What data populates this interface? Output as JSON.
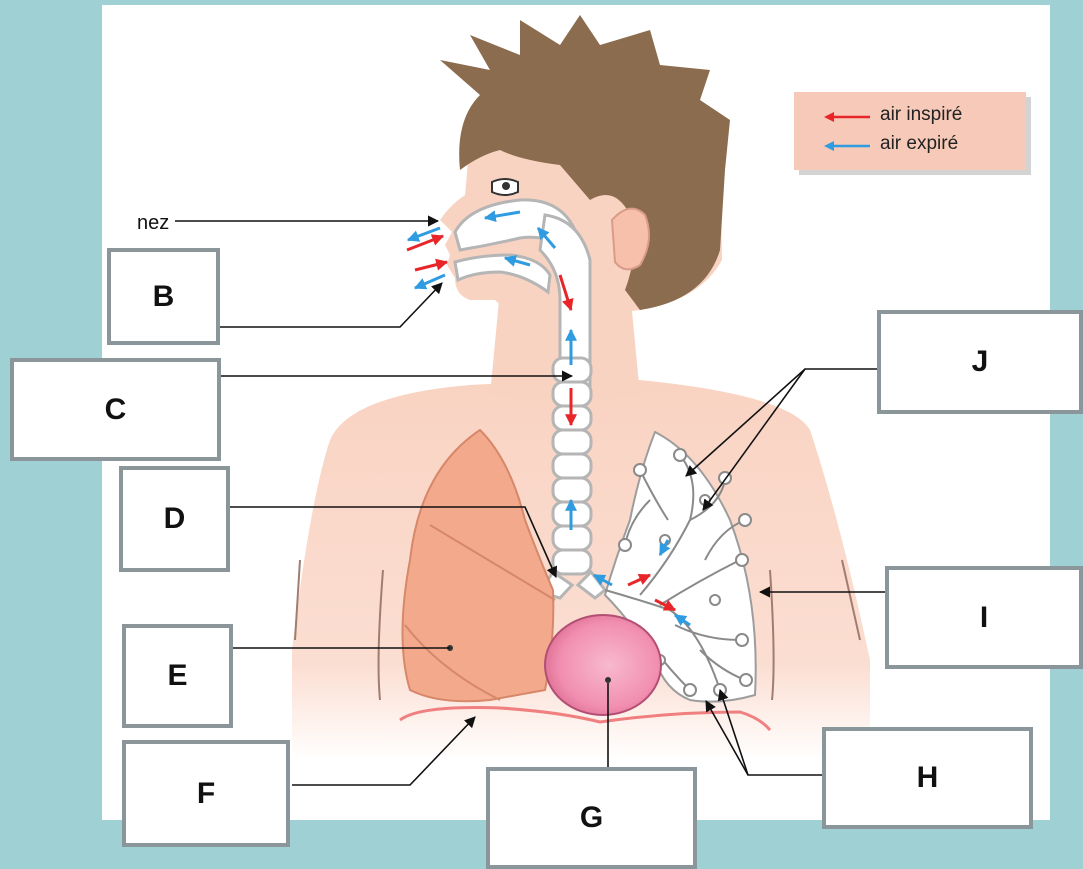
{
  "legend": {
    "inspired_label": "air inspiré",
    "expired_label": "air expiré",
    "inspired_color": "#e8262a",
    "expired_color": "#2f9be0"
  },
  "annotations": {
    "nose": "nez"
  },
  "label_boxes": {
    "B": "B",
    "C": "C",
    "D": "D",
    "E": "E",
    "F": "F",
    "G": "G",
    "H": "H",
    "I": "I",
    "J": "J"
  },
  "colors": {
    "background": "#9fd0d3",
    "skin": "#f9d3c2",
    "hair": "#8b6c4f",
    "lung": "#f3a98b",
    "heart": "#f28fb1",
    "diaphragm": "#f08080",
    "box_border": "#8b969a"
  }
}
